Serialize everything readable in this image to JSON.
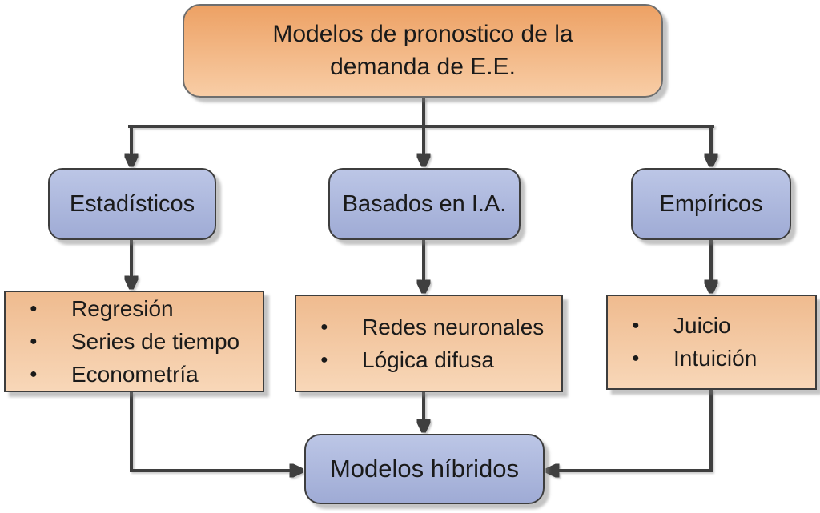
{
  "colors": {
    "canvas": "#ffffff",
    "connector": "#3f3f3f",
    "orange-top": "#eda164",
    "orange-bottom": "#f8cda6",
    "orange-light-top": "#efbb8f",
    "orange-light-bottom": "#f8d7b8",
    "blue-top": "#bcc6e6",
    "blue-bottom": "#9fabd5",
    "border-dark": "#3d3d3d",
    "text": "#1a1a1a"
  },
  "bullet": "●",
  "root": {
    "label": "Modelos de pronostico de la demanda de E.E."
  },
  "categories": [
    {
      "label": "Estadísticos",
      "items": [
        "Regresión",
        "Series de tiempo",
        "Econometría"
      ]
    },
    {
      "label": "Basados en I.A.",
      "items": [
        "Redes neuronales",
        "Lógica difusa"
      ]
    },
    {
      "label": "Empíricos",
      "items": [
        "Juicio",
        "Intuición"
      ]
    }
  ],
  "result": {
    "label": "Modelos híbridos"
  }
}
